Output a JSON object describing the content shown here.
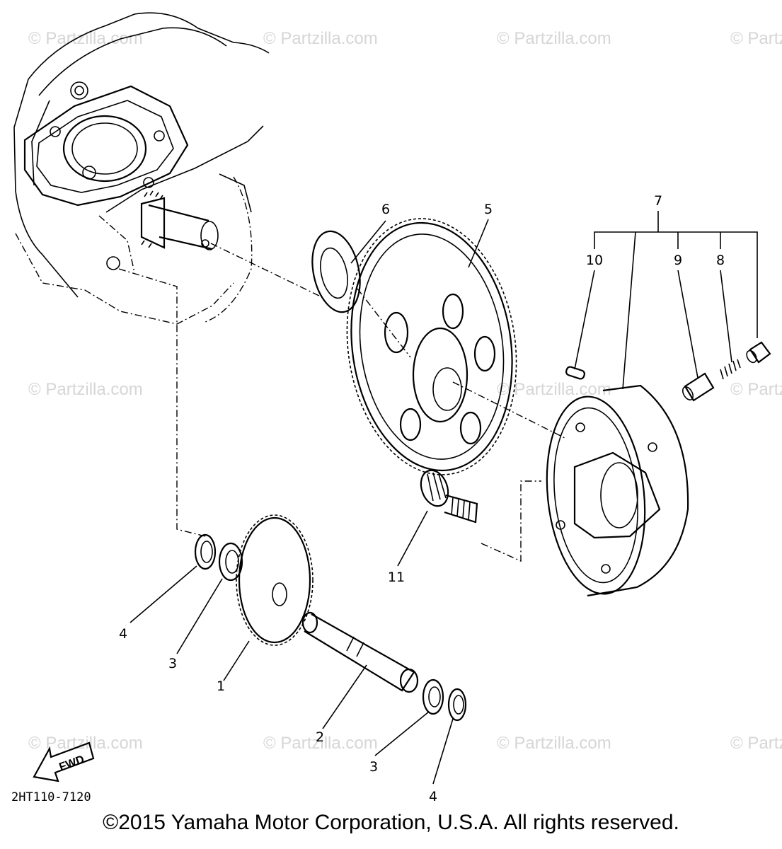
{
  "watermark": "© Partzilla.com",
  "callouts": [
    "1",
    "2",
    "3",
    "4",
    "5",
    "6",
    "7",
    "8",
    "9",
    "10",
    "11"
  ],
  "diagram_code": "2HT110-7120",
  "fwd_label": "FWD",
  "copyright": "©2015 Yamaha Motor Corporation, U.S.A. All rights reserved."
}
